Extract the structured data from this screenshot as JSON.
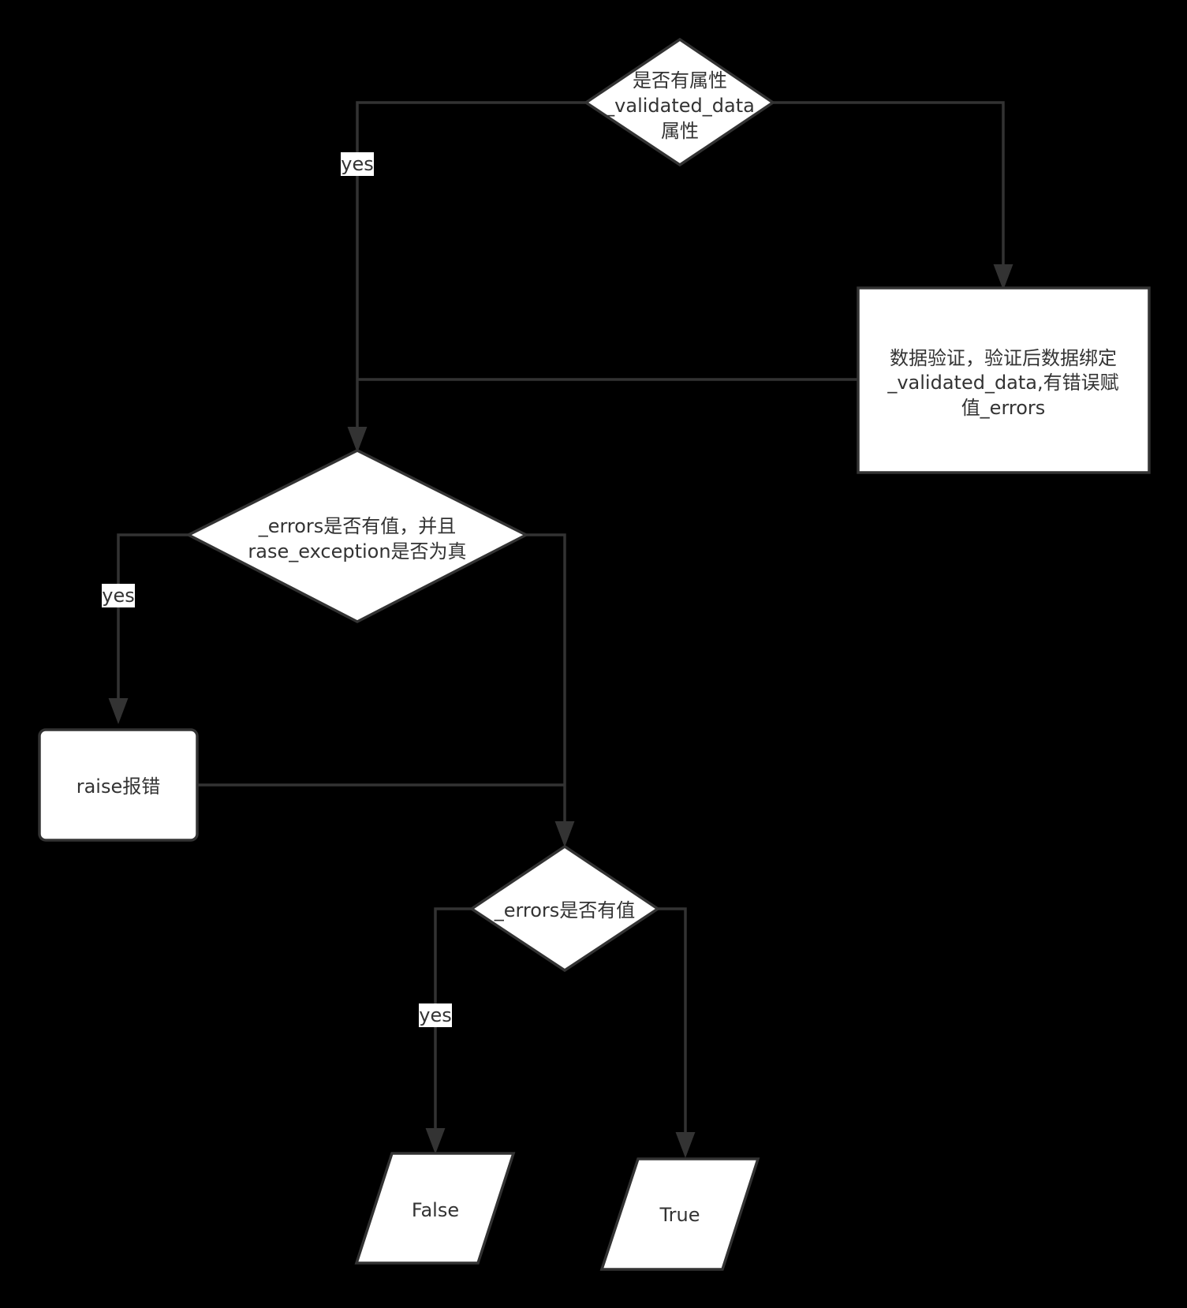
{
  "nodes": {
    "has_attr": {
      "lines": [
        "是否有属性",
        "_validated_data",
        "属性"
      ]
    },
    "validate": {
      "lines": [
        "数据验证，验证后数据绑定",
        "_validated_data,有错误赋",
        "值_errors"
      ]
    },
    "errors_and_raise": {
      "lines": [
        "_errors是否有值，并且",
        "rase_exception是否为真"
      ]
    },
    "raise_error": {
      "label": "raise报错"
    },
    "errors_has_value": {
      "label": "_errors是否有值"
    },
    "false_out": {
      "label": "False"
    },
    "true_out": {
      "label": "True"
    }
  },
  "edges": {
    "yes1": "yes",
    "yes2": "yes",
    "yes3": "yes"
  },
  "colors": {
    "background": "#000000",
    "shape_fill": "#ffffff",
    "stroke": "#333333"
  }
}
